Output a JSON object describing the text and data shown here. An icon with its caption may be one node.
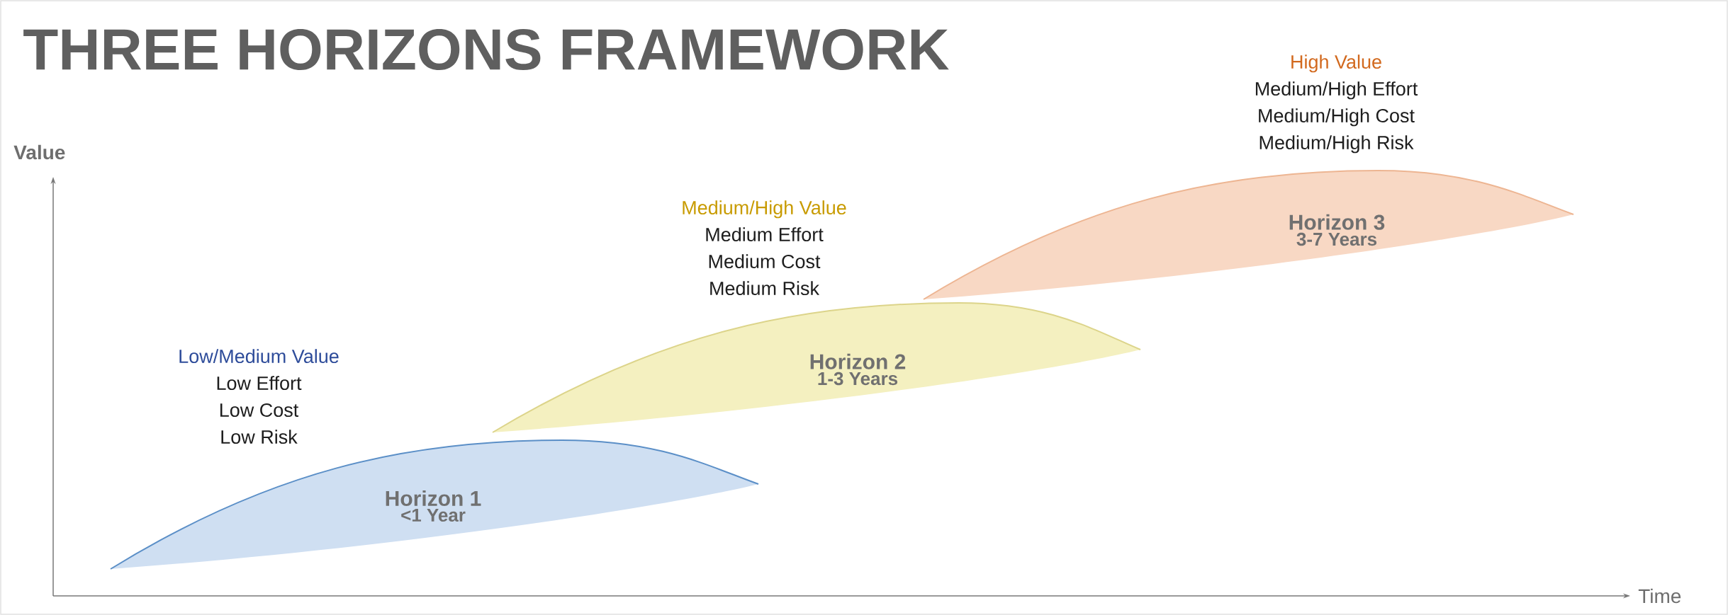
{
  "diagram": {
    "title": "THREE HORIZONS FRAMEWORK",
    "nodes": [
      {
        "text": [
          "Horizon 1",
          "<1 Year"
        ],
        "beside": [
          "Low/Medium Value",
          "Low Effort",
          "Low Cost",
          "Low Risk"
        ]
      },
      {
        "text": [
          "Horizon 2",
          "1-3 Years"
        ],
        "beside": [
          "Medium/High Value",
          "Medium Effort",
          "Medium Cost",
          "Medium Risk"
        ]
      },
      {
        "text": [
          "Horizon 3",
          "3-7 Years"
        ],
        "beside": [
          "High Value",
          "Medium/High Effort",
          "Medium/High Cost",
          "Medium/High Risk"
        ]
      }
    ],
    "labels": [
      "Value",
      "Time"
    ]
  }
}
